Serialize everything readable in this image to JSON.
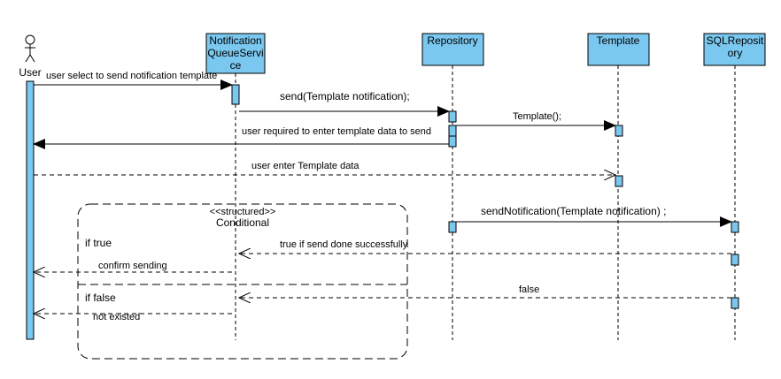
{
  "colors": {
    "participant_fill": "#7ac7ef",
    "activation_fill": "#7ac7ef",
    "stroke": "#000000",
    "background": "#ffffff"
  },
  "participants": {
    "user": "User",
    "notification_line1": "Notification",
    "notification_line2": "QueueServi",
    "notification_line3": "ce",
    "repository": "Repository",
    "template": "Template",
    "sql_line1": "SQLReposit",
    "sql_line2": "ory"
  },
  "messages": {
    "m1": "user select to send notification template",
    "m2": "send(Template notification);",
    "m3": "Template();",
    "m4": "user required to enter template data to send",
    "m5": "user enter Template data",
    "m6": "sendNotification(Template notification) ;",
    "m7": "true if send done successfully",
    "m8": "confirm sending",
    "m9": "false",
    "m10": "not existed"
  },
  "fragment": {
    "stereotype": "<<structured>>",
    "name": "Conditional",
    "guard_true": "if true",
    "guard_false": "if false"
  }
}
